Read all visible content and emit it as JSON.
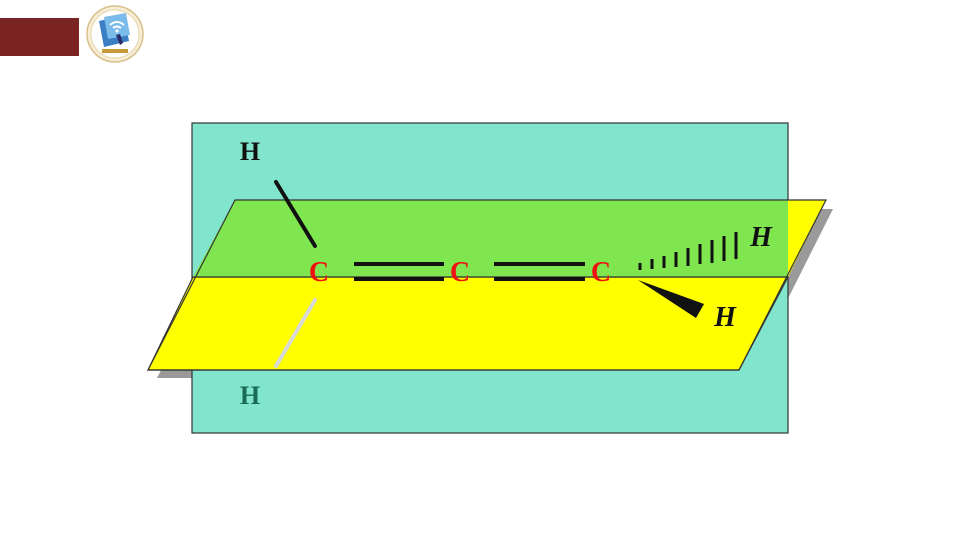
{
  "diagram": {
    "atoms": {
      "h_top": "H",
      "h_bottom": "H",
      "c_left": "C",
      "c_middle": "C",
      "c_right": "C",
      "h_hashed": "H",
      "h_wedge": "H"
    },
    "colors": {
      "vertical_plane": "#80e5cc",
      "horizontal_plane": "#ffff00",
      "overlap_region": "#80e650",
      "shadow": "#9a9a9a",
      "carbon": "#ee1111",
      "hydrogen_front": "#111111",
      "hydrogen_back": "#1a6b55",
      "header_bar": "#7a2424"
    }
  }
}
